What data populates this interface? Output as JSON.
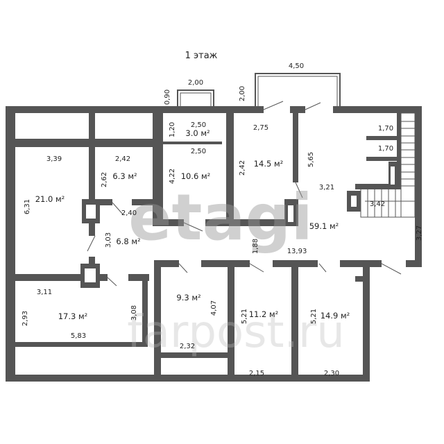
{
  "title": "1 этаж",
  "watermarks": {
    "primary": "etagi",
    "secondary": "farpost.ru"
  },
  "outside_dims": [
    "4,50",
    "2,00",
    "0,90",
    "2,00"
  ],
  "rooms": [
    {
      "area": "3.0 м²"
    },
    {
      "area": "10.6 м²"
    },
    {
      "area": "6.3 м²"
    },
    {
      "area": "21.0 м²"
    },
    {
      "area": "14.5 м²"
    },
    {
      "area": "59.1 м²"
    },
    {
      "area": "6.8 м²"
    },
    {
      "area": "17.3 м²"
    },
    {
      "area": "9.3 м²"
    },
    {
      "area": "11.2 м²"
    },
    {
      "area": "14.9 м²"
    }
  ],
  "dims": [
    "2,50",
    "1,20",
    "2,50",
    "4,22",
    "2,42",
    "2,62",
    "3,39",
    "6,31",
    "2,40",
    "3,03",
    "2,75",
    "2,42",
    "5,65",
    "1,70",
    "1,70",
    "3,21",
    "3,42",
    "3,27",
    "1,88",
    "13,93",
    "3,11",
    "2,93",
    "3,08",
    "5,83",
    "4,07",
    "2,32",
    "5,21",
    "2,15",
    "5,21",
    "2,30"
  ],
  "colors": {
    "wall": "#555555",
    "background": "#ffffff"
  }
}
